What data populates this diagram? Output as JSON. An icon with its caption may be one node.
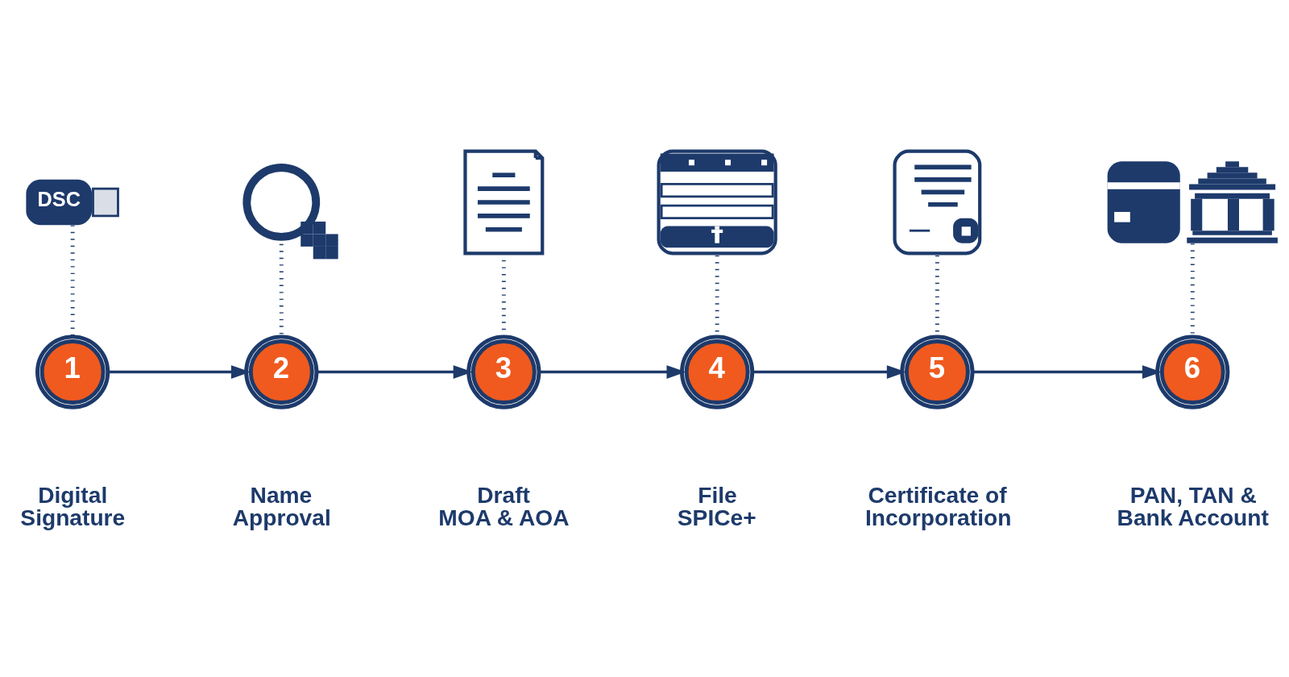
{
  "diagram": {
    "nodes": [
      {
        "text": [
          "DSC"
        ]
      },
      {
        "text": [],
        "shape": "picture"
      },
      {
        "text": [],
        "shape": "picture"
      },
      {
        "text": [],
        "shape": "picture"
      },
      {
        "text": [],
        "shape": "picture"
      },
      {
        "text": [],
        "shape": "picture"
      },
      {
        "text": [
          "1"
        ],
        "beside": [
          "Digital Signature"
        ]
      },
      {
        "text": [
          "2"
        ],
        "beside": [
          "Name Approval"
        ]
      },
      {
        "text": [
          "3"
        ],
        "beside": [
          "Draft MOA & AOA"
        ]
      },
      {
        "text": [
          "4"
        ],
        "beside": [
          "File SPICe+"
        ]
      },
      {
        "text": [
          "5"
        ],
        "beside": [
          "Certificate of Incorporation"
        ]
      },
      {
        "text": [
          "6"
        ],
        "beside": [
          "PAN, TAN & Bank Account"
        ]
      }
    ],
    "edges": [
      {
        "from": 0,
        "to": 6,
        "arrow": "none",
        "style": "dashed"
      },
      {
        "from": 1,
        "to": 7,
        "arrow": "none",
        "style": "dashed"
      },
      {
        "from": 2,
        "to": 8,
        "arrow": "none",
        "style": "dashed"
      },
      {
        "from": 3,
        "to": 9,
        "arrow": "none",
        "style": "dashed"
      },
      {
        "from": 4,
        "to": 10,
        "arrow": "none",
        "style": "dashed"
      },
      {
        "from": 5,
        "to": 11,
        "arrow": "none",
        "style": "dashed"
      },
      {
        "from": 6,
        "to": 7,
        "arrow": "to"
      },
      {
        "from": 7,
        "to": 8,
        "arrow": "to"
      },
      {
        "from": 8,
        "to": 9,
        "arrow": "to"
      },
      {
        "from": 9,
        "to": 10,
        "arrow": "to"
      },
      {
        "from": 10,
        "to": 11,
        "arrow": "to"
      }
    ]
  }
}
